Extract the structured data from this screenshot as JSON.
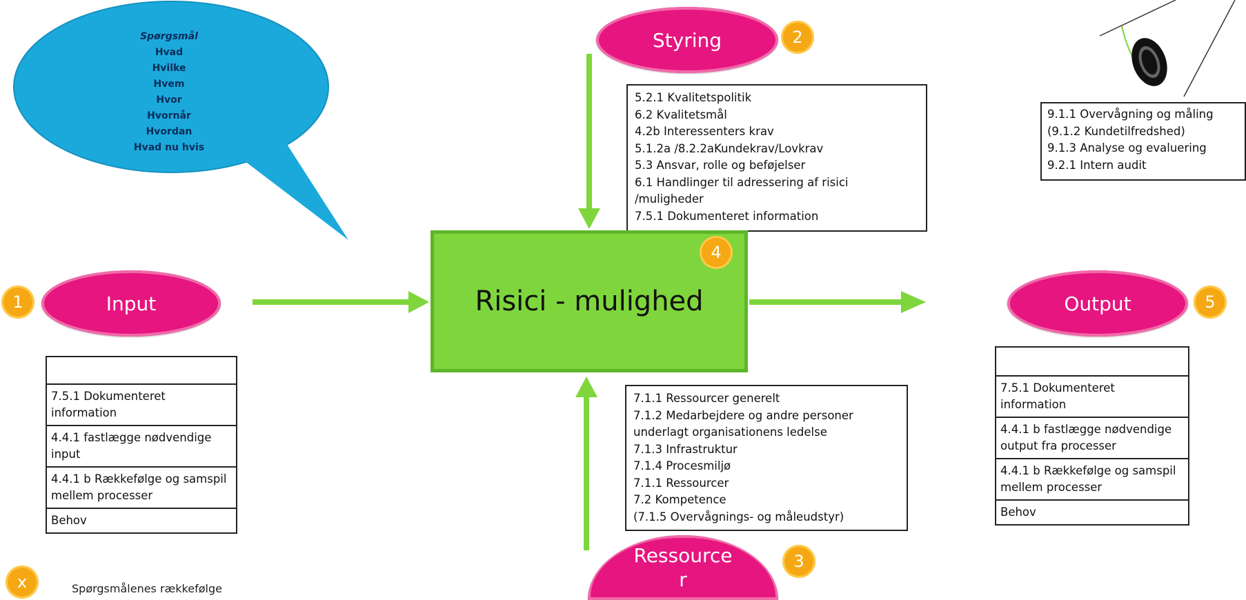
{
  "speech_bubble": {
    "title": "Spørgsmål",
    "questions": [
      "Hvad",
      "Hvilke",
      "Hvem",
      "Hvor",
      "Hvornår",
      "Hvordan",
      "Hvad nu hvis"
    ]
  },
  "center": {
    "label": "Risici - mulighed",
    "badge": "4"
  },
  "styring": {
    "label": "Styring",
    "badge": "2",
    "items": [
      "5.2.1 Kvalitetspolitik",
      "6.2 Kvalitetsmål",
      "4.2b Interessenters krav",
      "5.1.2a /8.2.2aKundekrav/Lovkrav",
      "5.3 Ansvar, rolle og beføjelser",
      "6.1 Handlinger til adressering af risici",
      "/muligheder",
      "7.5.1 Dokumenteret information"
    ]
  },
  "ressourcer": {
    "label_line1": "Ressource",
    "label_line2": "r",
    "badge": "3",
    "items": [
      "7.1.1 Ressourcer generelt",
      "7.1.2 Medarbejdere og andre personer",
      "underlagt organisationens ledelse",
      "7.1.3 Infrastruktur",
      "7.1.4 Procesmiljø",
      "7.1.1 Ressourcer",
      "7.2 Kompetence",
      "(7.1.5 Overvågnings- og måleudstyr)"
    ]
  },
  "input": {
    "label": "Input",
    "badge": "1",
    "rows": [
      "",
      "7.5.1 Dokumenteret information",
      "4.4.1 fastlægge nødvendige input",
      "4.4.1 b Rækkefølge og samspil mellem processer",
      "Behov"
    ]
  },
  "output": {
    "label": "Output",
    "badge": "5",
    "rows": [
      "",
      "7.5.1 Dokumenteret information",
      "4.4.1 b fastlægge nødvendige output fra processer",
      "4.4.1 b Rækkefølge og samspil mellem processer",
      "Behov"
    ]
  },
  "monitoring": {
    "items": [
      "9.1.1 Overvågning og måling",
      "(9.1.2 Kundetilfredshed)",
      "9.1.3 Analyse og evaluering",
      "9.2.1 Intern audit"
    ]
  },
  "legend": {
    "badge": "x",
    "text": "Spørgsmålenes rækkefølge"
  },
  "colors": {
    "oval": "#e6157f",
    "badge": "#f5a813",
    "arrow": "#7ed63c",
    "bubble": "#1ba9dc",
    "center": "#7ed63c"
  }
}
